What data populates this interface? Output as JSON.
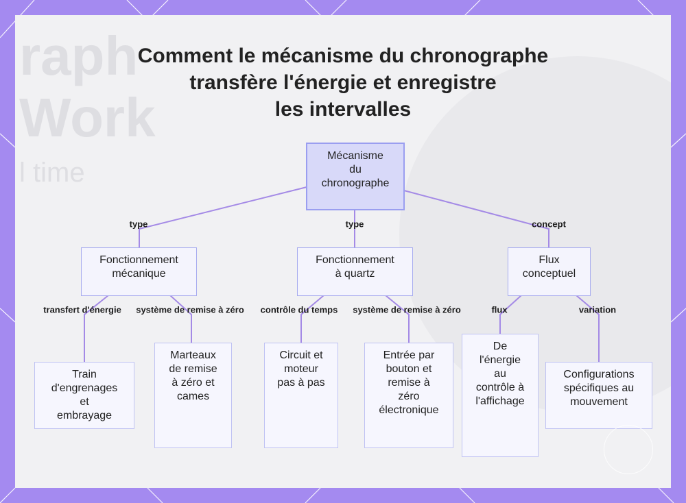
{
  "title_lines": [
    "Comment le mécanisme du chronographe",
    "transfère l'énergie et enregistre",
    "les intervalles"
  ],
  "background_text": [
    "raph",
    "Work",
    "l time"
  ],
  "colors": {
    "frame": "#a48af0",
    "panel": "#f1f1f3",
    "edge": "#a48ae6",
    "root_fill": "#d8d9f9",
    "root_border": "#9a9ef0",
    "node_fill": "#f4f4fd",
    "node_border": "#a7abef"
  },
  "nodes": {
    "root": "Mécanisme\ndu\nchronographe",
    "mechanical": "Fonctionnement\nmécanique",
    "quartz": "Fonctionnement\nà quartz",
    "concept": "Flux\nconceptuel",
    "gear_train": "Train\nd'engrenages\net\nembrayage",
    "hammers": "Marteaux\nde remise\nà zéro et\ncames",
    "circuit": "Circuit et\nmoteur\npas à pas",
    "button_input": "Entrée par\nbouton et\nremise à\nzéro\nélectronique",
    "energy_flow": "De\nl'énergie\nau\ncontrôle à\nl'affichage",
    "configurations": "Configurations\nspécifiques au\nmouvement"
  },
  "edge_labels": {
    "root_mechanical": "type",
    "root_quartz": "type",
    "root_concept": "concept",
    "mech_gear": "transfert d'énergie",
    "mech_hammers": "système de remise à zéro",
    "quartz_circuit": "contrôle du temps",
    "quartz_button": "système de remise à zéro",
    "concept_flow": "flux",
    "concept_config": "variation"
  }
}
